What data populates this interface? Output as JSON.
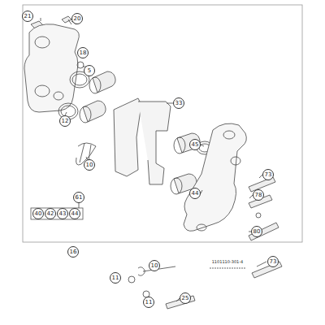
{
  "diagram": {
    "labels": [
      "21",
      "20",
      "18",
      "5",
      "12",
      "10",
      "33",
      "45",
      "44",
      "73",
      "78",
      "80",
      "61",
      "40",
      "42",
      "43",
      "44",
      "16",
      "11",
      "10",
      "11",
      "25",
      "73",
      "1101110-301-4"
    ]
  }
}
